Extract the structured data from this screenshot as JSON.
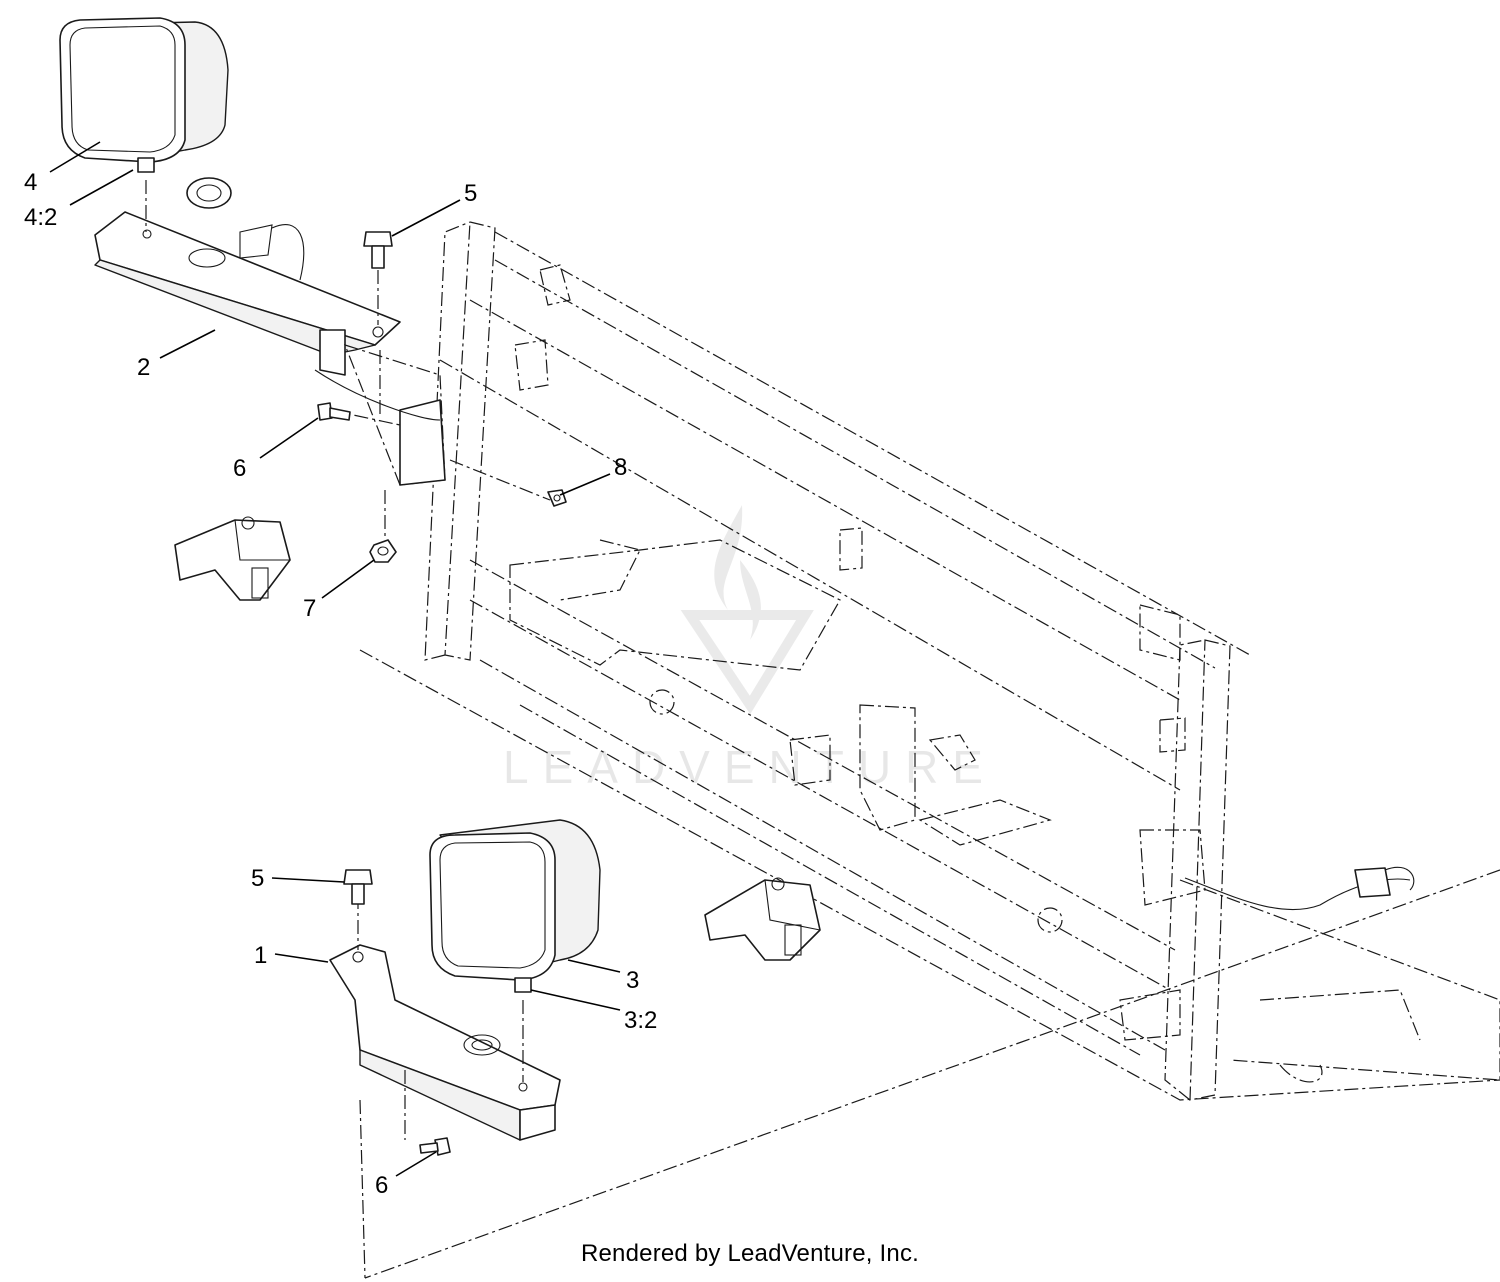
{
  "callouts": {
    "c4": "4",
    "c4_2": "4:2",
    "c5_top": "5",
    "c2": "2",
    "c6_top": "6",
    "c8": "8",
    "c7": "7",
    "c5_bottom": "5",
    "c1": "1",
    "c3": "3",
    "c3_2": "3:2",
    "c6_bottom": "6"
  },
  "watermark": "LEADVENTURE",
  "footer": "Rendered by LeadVenture, Inc."
}
